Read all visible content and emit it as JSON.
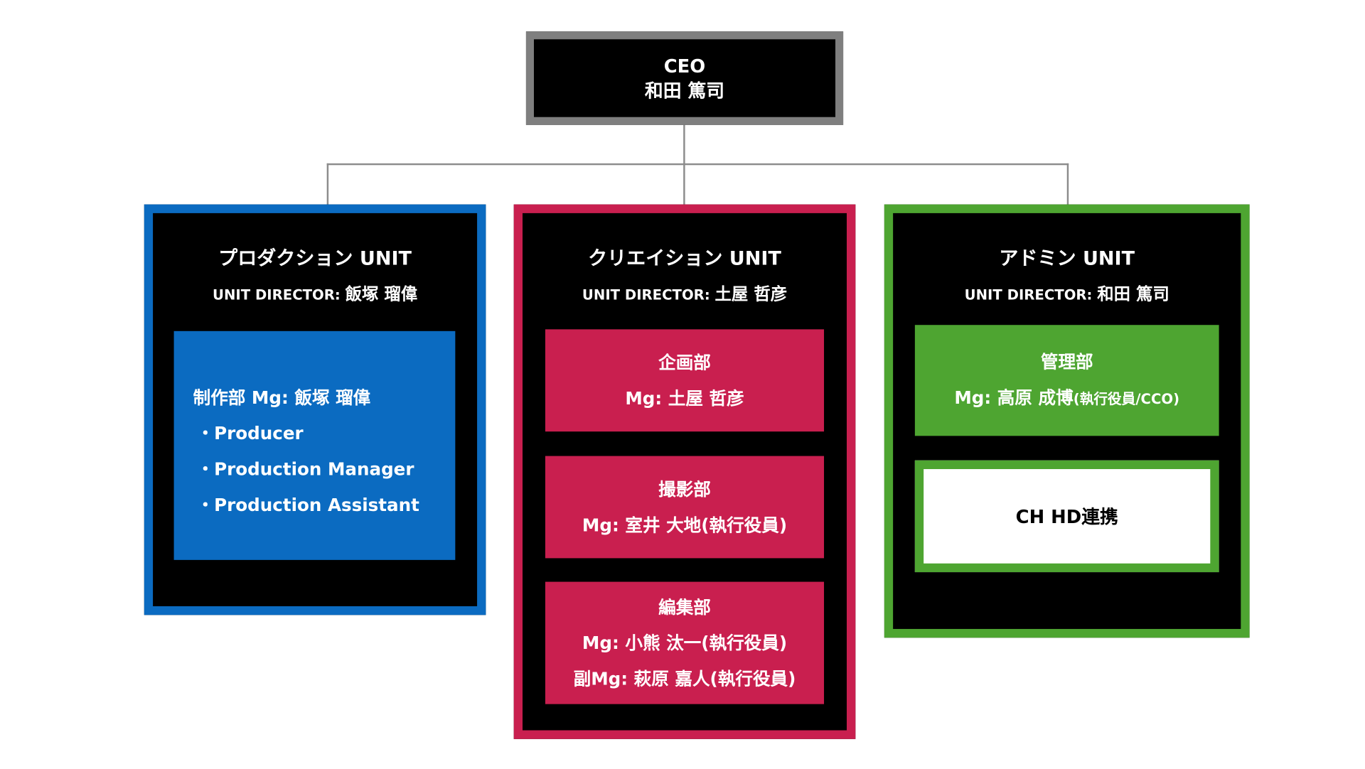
{
  "ceo": {
    "title": "CEO",
    "name": "和田 篤司"
  },
  "units": [
    {
      "title": "プロダクション UNIT",
      "director_label": "UNIT DIRECTOR:",
      "director_name": "飯塚 瑠偉",
      "color": "#0b6bc1",
      "departments": [
        {
          "name_line": "制作部 Mg: 飯塚 瑠偉",
          "roles": [
            "・Producer",
            "・Production Manager",
            "・Production Assistant"
          ]
        }
      ]
    },
    {
      "title": "クリエイション UNIT",
      "director_label": "UNIT DIRECTOR:",
      "director_name": "土屋 哲彦",
      "color": "#c91f4f",
      "departments": [
        {
          "name": "企画部",
          "lines": [
            "Mg: 土屋 哲彦"
          ]
        },
        {
          "name": "撮影部",
          "lines": [
            "Mg: 室井 大地(執行役員)"
          ]
        },
        {
          "name": "編集部",
          "lines": [
            "Mg: 小熊 汰一(執行役員)",
            "副Mg: 萩原 嘉人(執行役員)"
          ]
        }
      ]
    },
    {
      "title": "アドミン UNIT",
      "director_label": "UNIT DIRECTOR:",
      "director_name": "和田 篤司",
      "color": "#4ea531",
      "departments": [
        {
          "name": "管理部",
          "mg_main": "Mg: 高原 成博",
          "mg_note": "(執行役員/CCO)"
        }
      ],
      "linked_box": "CH HD連携"
    }
  ],
  "colors": {
    "ceo_border": "#7f7f7f",
    "connector": "#8c8c8c",
    "production": "#0b6bc1",
    "creation": "#c91f4f",
    "admin": "#4ea531"
  }
}
